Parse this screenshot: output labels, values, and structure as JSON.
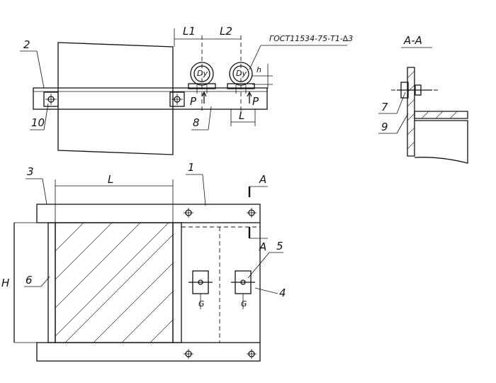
{
  "drawing": {
    "standard_note": "ГОСТ11534-75-Т1-∆3",
    "section_title": "А-А",
    "section_marks": [
      "А",
      "А"
    ],
    "dimensions": {
      "top_l1": "L1",
      "top_l2": "L2",
      "top_h": "h",
      "top_l": "L",
      "bottom_l": "L",
      "bottom_h": "H"
    },
    "labels": {
      "p_left": "P",
      "p_right": "P",
      "dy_left": "Dy",
      "dy_right": "Dy",
      "g_left": "G",
      "g_right": "G"
    },
    "callouts": [
      "1",
      "2",
      "3",
      "4",
      "5",
      "6",
      "7",
      "8",
      "9",
      "10"
    ]
  }
}
